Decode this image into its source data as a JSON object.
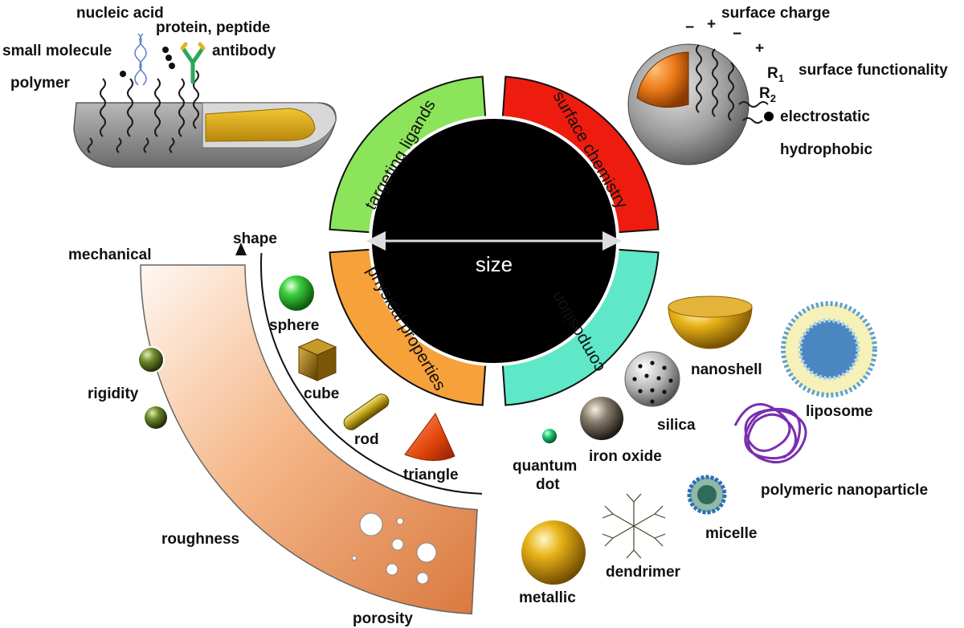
{
  "center": {
    "size_label": "size",
    "segments": {
      "targeting": "targeting ligands",
      "surface": "surface chemistry",
      "physical": "physical properties",
      "composition": "composition"
    },
    "colors": {
      "targeting": "#8be45a",
      "surface": "#ee1c0e",
      "physical": "#f7a13a",
      "composition": "#5ee8c8",
      "core": "#000000"
    }
  },
  "ligand_panel": {
    "nucleic_acid": "nucleic acid",
    "protein_peptide": "protein, peptide",
    "small_molecule": "small molecule",
    "antibody": "antibody",
    "polymer": "polymer"
  },
  "surface_panel": {
    "surface_charge": "surface charge",
    "surface_functionality": "surface functionality",
    "r1": "R",
    "r1_sub": "1",
    "r2": "R",
    "r2_sub": "2",
    "electrostatic": "electrostatic",
    "hydrophobic": "hydrophobic",
    "minus": "−",
    "plus": "+"
  },
  "physical_panel": {
    "shape": "shape",
    "mechanical": "mechanical",
    "rigidity": "rigidity",
    "roughness": "roughness",
    "porosity": "porosity",
    "sphere": "sphere",
    "cube": "cube",
    "rod": "rod",
    "triangle": "triangle"
  },
  "composition_panel": {
    "nanoshell": "nanoshell",
    "liposome": "liposome",
    "silica": "silica",
    "iron_oxide": "iron oxide",
    "quantum_dot_1": "quantum",
    "quantum_dot_2": "dot",
    "polymeric_nanoparticle": "polymeric nanoparticle",
    "micelle": "micelle",
    "dendrimer": "dendrimer",
    "metallic": "metallic"
  }
}
